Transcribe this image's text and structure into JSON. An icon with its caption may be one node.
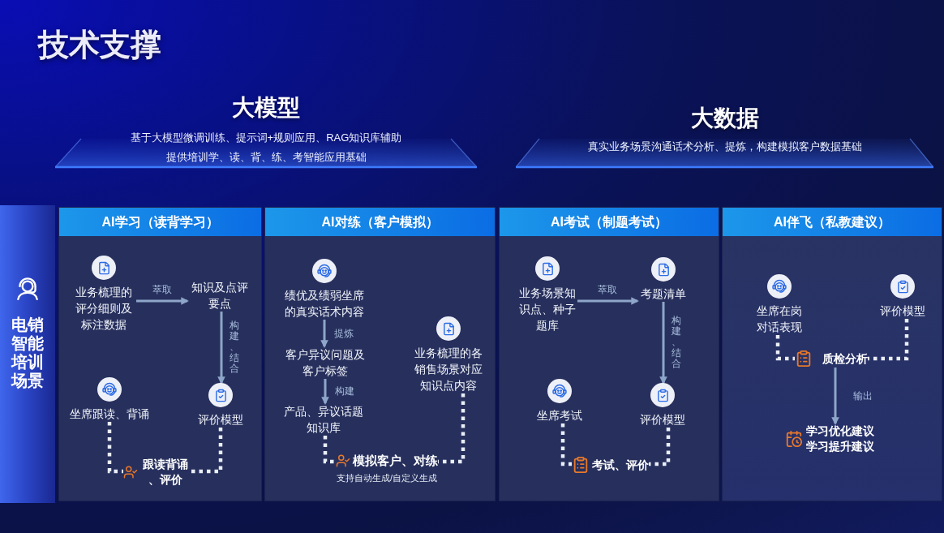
{
  "diagram": {
    "title": "技术支撑",
    "nodes": [
      {
        "text": [
          "大模型",
          "基于大模型微调训练、提示词+规则应用、RAG知识库辅助",
          "提供培训学、读、背、练、考智能应用基础"
        ]
      },
      {
        "text": [
          "大数据",
          "真实业务场景沟通话术分析、提炼，构建模拟客户数据基础"
        ]
      },
      {
        "text": [
          "电销智能培训场景"
        ]
      },
      {
        "text": [
          "AI学习（读背学习）"
        ]
      },
      {
        "text": [
          "业务梳理的评分细则及标注数据"
        ],
        "in": 3
      },
      {
        "text": [
          "知识及点评要点"
        ],
        "in": 3
      },
      {
        "text": [
          "坐席跟读、背诵"
        ],
        "in": 3
      },
      {
        "text": [
          "评价模型"
        ],
        "in": 3
      },
      {
        "text": [
          "跟读背诵、评价"
        ],
        "in": 3
      },
      {
        "text": [
          "AI对练（客户模拟）"
        ]
      },
      {
        "text": [
          "绩优及绩弱坐席的真实话术内容"
        ],
        "in": 9
      },
      {
        "text": [
          "客户异议问题及客户标签"
        ],
        "in": 9
      },
      {
        "text": [
          "产品、异议话题知识库"
        ],
        "in": 9
      },
      {
        "text": [
          "业务梳理的各销售场景对应知识点内容"
        ],
        "in": 9
      },
      {
        "text": [
          "模拟客户、对练",
          "支持自动生成/自定义生成"
        ],
        "in": 9
      },
      {
        "text": [
          "AI考试（制题考试）"
        ]
      },
      {
        "text": [
          "业务场景知识点、种子题库"
        ],
        "in": 15
      },
      {
        "text": [
          "考题清单"
        ],
        "in": 15
      },
      {
        "text": [
          "坐席考试"
        ],
        "in": 15
      },
      {
        "text": [
          "评价模型"
        ],
        "in": 15
      },
      {
        "text": [
          "考试、评价"
        ],
        "in": 15
      },
      {
        "text": [
          "AI伴飞（私教建议）"
        ]
      },
      {
        "text": [
          "坐席在岗对话表现"
        ],
        "in": 21
      },
      {
        "text": [
          "评价模型"
        ],
        "in": 21
      },
      {
        "text": [
          "质检分析"
        ],
        "in": 21
      },
      {
        "text": [
          "学习优化建议",
          "学习提升建议"
        ],
        "in": 21
      }
    ],
    "edges": [
      {
        "from": 4,
        "to": 5,
        "arrow": "to",
        "label": "萃取",
        "color": "#8ea6c9"
      },
      {
        "from": 5,
        "to": 7,
        "arrow": "to",
        "label": "构建、结合",
        "color": "#8ea6c9"
      },
      {
        "from": 6,
        "to": 8,
        "arrow": "none",
        "style": "dashed"
      },
      {
        "from": 7,
        "to": 8,
        "arrow": "none",
        "style": "dashed"
      },
      {
        "from": 10,
        "to": 11,
        "arrow": "to",
        "label": "提炼",
        "color": "#8ea6c9"
      },
      {
        "from": 11,
        "to": 12,
        "arrow": "to",
        "label": "构建",
        "color": "#8ea6c9"
      },
      {
        "from": 12,
        "to": 14,
        "arrow": "none",
        "style": "dashed"
      },
      {
        "from": 13,
        "to": 14,
        "arrow": "none",
        "style": "dashed"
      },
      {
        "from": 16,
        "to": 17,
        "arrow": "to",
        "label": "萃取",
        "color": "#8ea6c9"
      },
      {
        "from": 17,
        "to": 19,
        "arrow": "to",
        "label": "构建、结合",
        "color": "#8ea6c9"
      },
      {
        "from": 18,
        "to": 20,
        "arrow": "none",
        "style": "dashed"
      },
      {
        "from": 19,
        "to": 20,
        "arrow": "none",
        "style": "dashed"
      },
      {
        "from": 22,
        "to": 24,
        "arrow": "none",
        "style": "dashed"
      },
      {
        "from": 23,
        "to": 24,
        "arrow": "none",
        "style": "dashed"
      },
      {
        "from": 24,
        "to": 25,
        "arrow": "to",
        "label": "输出",
        "color": "#8ea6c9"
      }
    ]
  }
}
